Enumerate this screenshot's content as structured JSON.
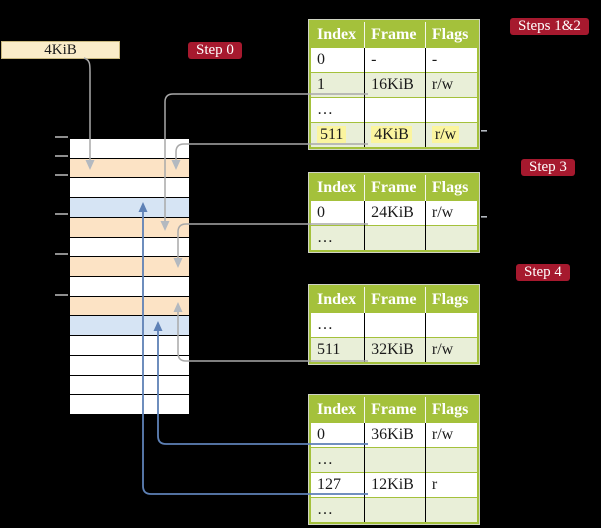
{
  "title_box": {
    "label": "4KiB"
  },
  "step_labels": {
    "step0": "Step 0",
    "steps12": "Steps 1&2",
    "step3": "Step 3",
    "step4": "Step 4"
  },
  "memory_column": {
    "rows": [
      "white",
      "peach",
      "white",
      "blue",
      "peach",
      "white",
      "peach",
      "white",
      "peach",
      "blue",
      "white",
      "white",
      "white",
      "white"
    ]
  },
  "tables": [
    {
      "name": "page-table-steps-1-2",
      "columns": [
        "Index",
        "Frame",
        "Flags"
      ],
      "rows": [
        {
          "cells": [
            "0",
            "-",
            "-"
          ],
          "shaded": false,
          "highlighted": false
        },
        {
          "cells": [
            "1",
            "16KiB",
            "r/w"
          ],
          "shaded": true,
          "highlighted": false
        },
        {
          "cells": [
            "…",
            "",
            ""
          ],
          "shaded": false,
          "highlighted": false
        },
        {
          "cells": [
            "511",
            "4KiB",
            "r/w"
          ],
          "shaded": true,
          "highlighted": true
        }
      ]
    },
    {
      "name": "page-table-step-3",
      "columns": [
        "Index",
        "Frame",
        "Flags"
      ],
      "rows": [
        {
          "cells": [
            "0",
            "24KiB",
            "r/w"
          ],
          "shaded": false,
          "highlighted": false
        },
        {
          "cells": [
            "…",
            "",
            ""
          ],
          "shaded": true,
          "highlighted": false
        }
      ]
    },
    {
      "name": "page-table-step-4",
      "columns": [
        "Index",
        "Frame",
        "Flags"
      ],
      "rows": [
        {
          "cells": [
            "…",
            "",
            ""
          ],
          "shaded": false,
          "highlighted": false
        },
        {
          "cells": [
            "511",
            "32KiB",
            "r/w"
          ],
          "shaded": true,
          "highlighted": false
        }
      ]
    },
    {
      "name": "page-table-final",
      "columns": [
        "Index",
        "Frame",
        "Flags"
      ],
      "rows": [
        {
          "cells": [
            "0",
            "36KiB",
            "r/w"
          ],
          "shaded": false,
          "highlighted": false
        },
        {
          "cells": [
            "…",
            "",
            ""
          ],
          "shaded": true,
          "highlighted": false
        },
        {
          "cells": [
            "127",
            "12KiB",
            "r"
          ],
          "shaded": false,
          "highlighted": false
        },
        {
          "cells": [
            "…",
            "",
            ""
          ],
          "shaded": true,
          "highlighted": false
        }
      ]
    }
  ],
  "colors": {
    "background": "#000000",
    "table_header_green": "#A4C13B",
    "table_row_green": "#E9EFD8",
    "highlight_yellow": "#FBF59F",
    "step_label_red": "#A6192E",
    "box_cream": "#FAECC9",
    "arrow_gray": "#A9A9A9",
    "arrow_blue": "#5E81B6",
    "memory": {
      "white": "#FFFFFF",
      "peach": "#FCE3C5",
      "blue": "#D6E4F4"
    }
  }
}
